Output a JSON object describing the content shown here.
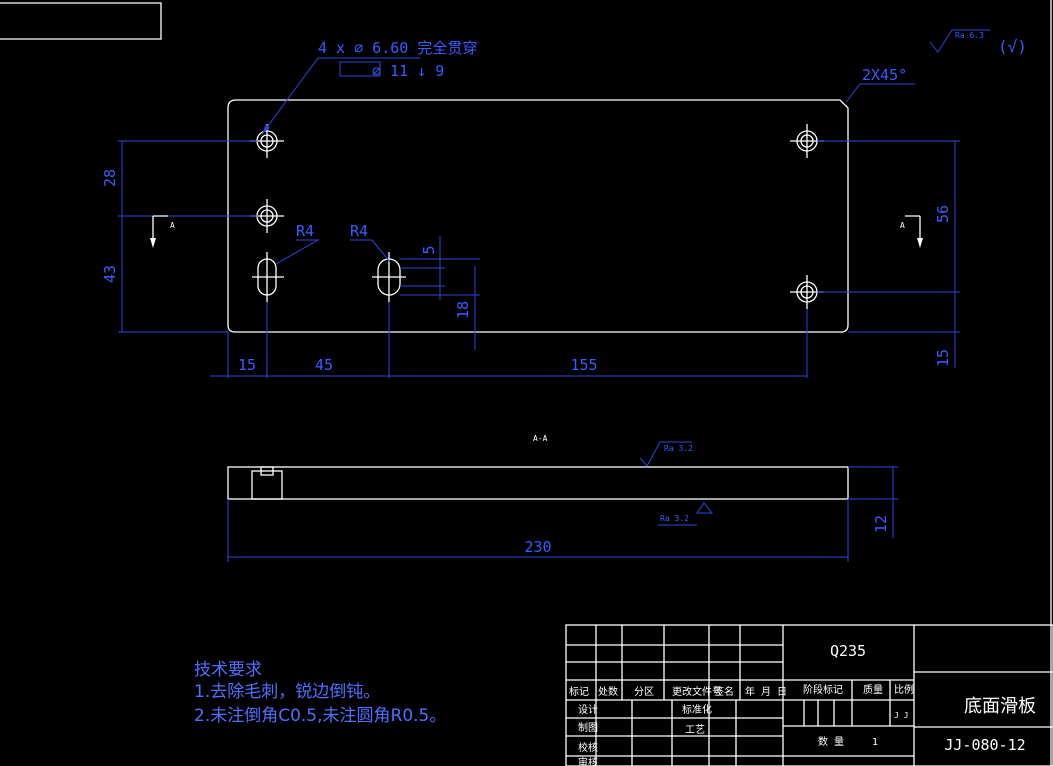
{
  "hole_note": {
    "line1": "4 x ⌀ 6.60 完全贯穿",
    "line2": "⌀ 11 ↓ 9"
  },
  "roughness_top": "Ra 6.3",
  "roughness_top_extra": "(√)",
  "chamfer_label": "2X45°",
  "radius_labels": [
    "R4",
    "R4"
  ],
  "dims": {
    "d28": "28",
    "d43": "43",
    "d56": "56",
    "d15_right": "15",
    "d15_bottom": "15",
    "d45": "45",
    "d155": "155",
    "d5": "5",
    "d18": "18",
    "d230": "230",
    "d12": "12"
  },
  "section_marks": [
    "A",
    "A"
  ],
  "section_title": "A-A",
  "roughness_section_top": "Ra 3.2",
  "roughness_section_bottom": "Ra 3.2",
  "tech_requirements": {
    "title": "技术要求",
    "items": [
      "1.去除毛刺，锐边倒钝。",
      "2.未注倒角C0.5,未注圆角R0.5。"
    ]
  },
  "title_block": {
    "material": "Q235",
    "part_name": "底面滑板",
    "drawing_no": "JJ-080-12",
    "header_labels": [
      "标记",
      "处数",
      "分区",
      "更改文件号",
      "签名",
      "年 月 日"
    ],
    "row_labels": [
      "设计",
      "制图",
      "校核",
      "审核"
    ],
    "mid_labels": [
      "标准化",
      "工艺"
    ],
    "stage_labels": [
      "阶段标记",
      "质量",
      "比例"
    ],
    "quantity_label": "数    量",
    "quantity_value": "1",
    "stage_code": "J J"
  },
  "colors": {
    "outline": "#ffffff",
    "dimension": "#2a47d8",
    "background": "#000000"
  }
}
